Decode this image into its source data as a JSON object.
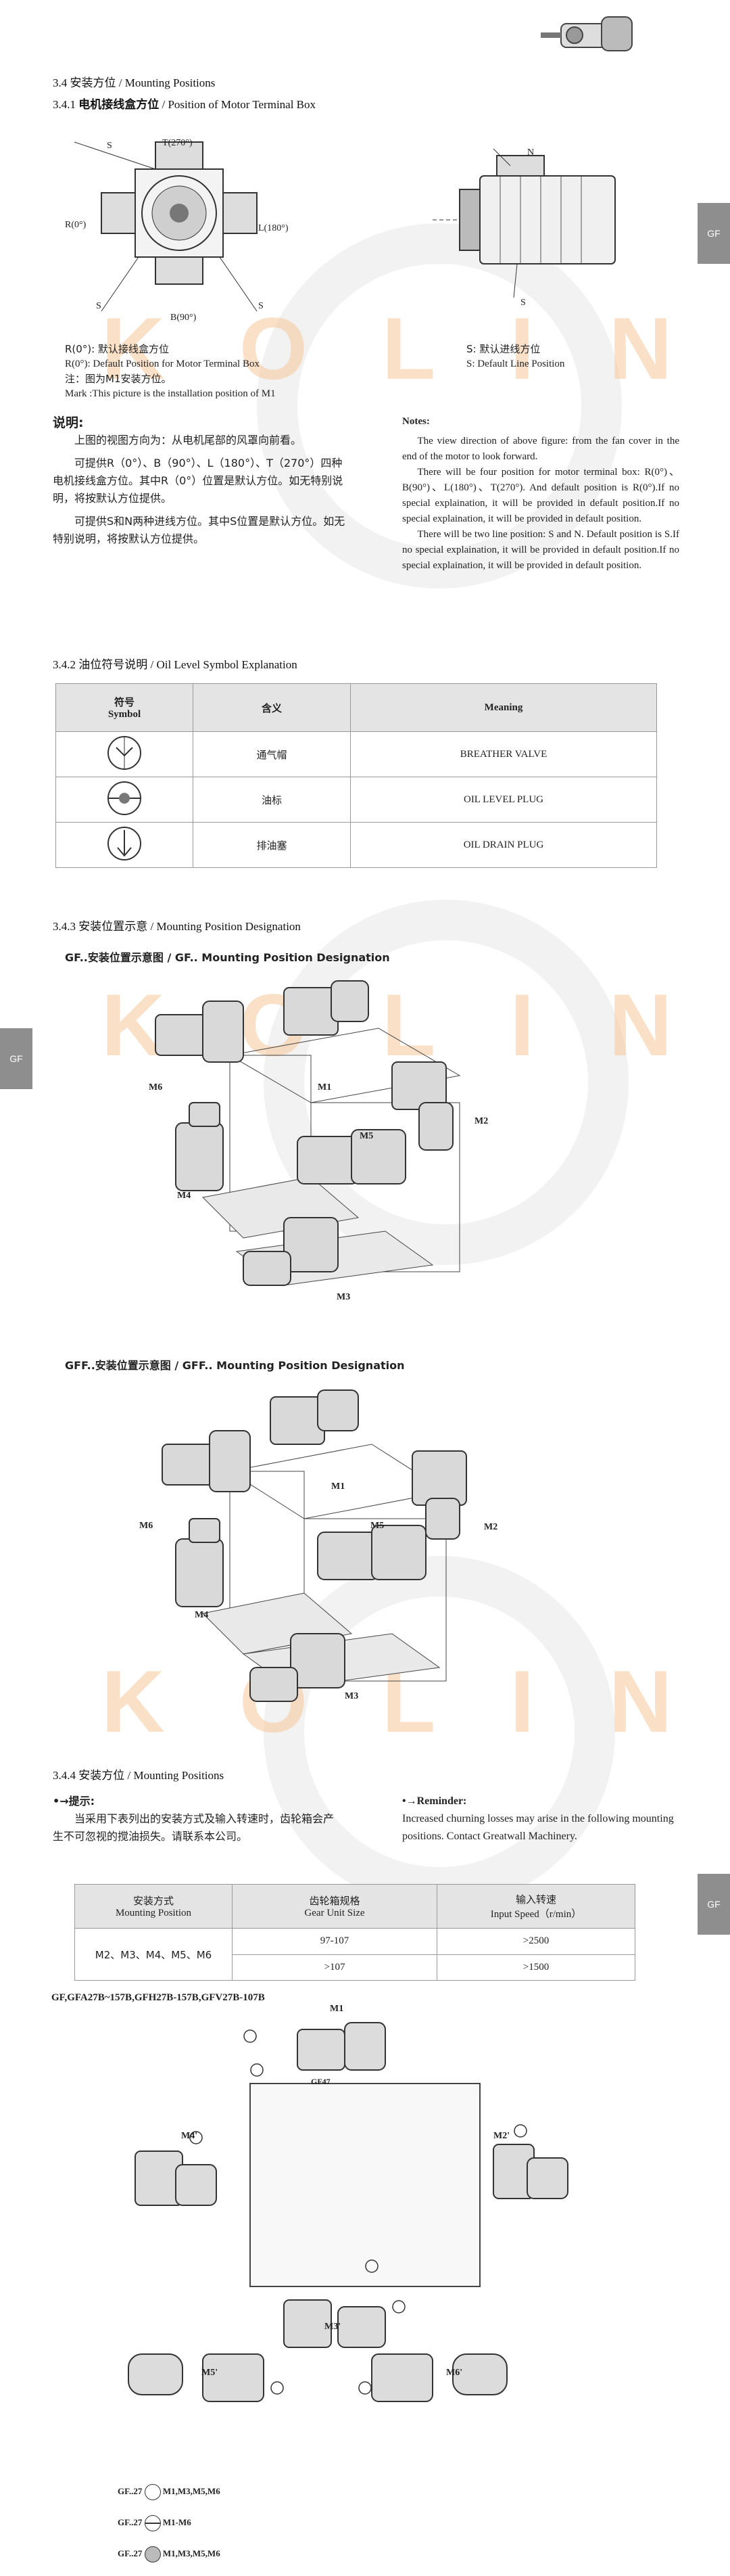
{
  "side_tab": "GF",
  "sec_3_4": {
    "num": "3.4",
    "cn": "安装方位",
    "en": "/ Mounting Positions"
  },
  "sec_3_4_1": {
    "num": "3.4.1",
    "cn": "电机接线盒方位",
    "en": "/ Position of Motor Terminal Box"
  },
  "terminal_fig": {
    "labels": {
      "t": "T(270°)",
      "r": "R(0°)",
      "l": "L(180°)",
      "b": "B(90°)",
      "s1": "S",
      "s2": "S",
      "s3": "S",
      "n": "N",
      "s4": "S"
    },
    "legend_left": [
      "R(0°): 默认接线盒方位",
      "R(0°): Default Position for Motor Terminal Box",
      "注：图为M1安装方位。",
      "Mark :This picture is the installation position of M1"
    ],
    "legend_right": [
      "S: 默认进线方位",
      "S: Default Line Position"
    ]
  },
  "notes_cn": {
    "title": "说明:",
    "p1": "上图的视图方向为：从电机尾部的风罩向前看。",
    "p2": "可提供R（0°）、B（90°）、L（180°）、T（270°）四种电机接线盒方位。其中R（0°）位置是默认方位。如无特别说明，将按默认方位提供。",
    "p3": "可提供S和N两种进线方位。其中S位置是默认方位。如无特别说明，将按默认方位提供。"
  },
  "notes_en": {
    "title": "Notes:",
    "p1": "The view direction of above figure: from the fan cover in the end of the motor to look forward.",
    "p2": "There will be four position for motor terminal box: R(0°)、B(90°)、L(180°)、T(270°). And default position is R(0°).If no special explaination, it will be provided in default position.If no special explaination, it will be provided in default position.",
    "p3": "There will be two line position: S and N. Default position is S.If no special explaination, it will be provided in default position.If no special explaination, it will be provided in default position."
  },
  "sec_3_4_2": {
    "num": "3.4.2",
    "cn": "油位符号说明",
    "en": "/ Oil Level Symbol Explanation"
  },
  "symbol_table": {
    "headers": [
      "符号",
      "Symbol",
      "含义",
      "Meaning"
    ],
    "rows": [
      {
        "cn": "通气帽",
        "en": "BREATHER VALVE",
        "icon": "breather-valve-symbol"
      },
      {
        "cn": "油标",
        "en": "OIL LEVEL PLUG",
        "icon": "oil-level-plug-symbol"
      },
      {
        "cn": "排油塞",
        "en": "OIL DRAIN PLUG",
        "icon": "oil-drain-plug-symbol"
      }
    ]
  },
  "sec_3_4_3": {
    "num": "3.4.3",
    "cn": "安装位置示意",
    "en": "/ Mounting Position Designation"
  },
  "fig_gf": {
    "caption": "GF..安装位置示意图 / GF.. Mounting Position Designation",
    "labels": [
      "M6",
      "M1",
      "M2",
      "M4",
      "M5",
      "M3"
    ]
  },
  "fig_gff": {
    "caption": "GFF..安装位置示意图 / GFF.. Mounting Position Designation",
    "labels": [
      "M6",
      "M1",
      "M2",
      "M4",
      "M5",
      "M3"
    ]
  },
  "sec_3_4_4": {
    "num": "3.4.4",
    "cn": "安装方位",
    "en": "/ Mounting Positions"
  },
  "tip_cn": {
    "title": "提示:",
    "p": "当采用下表列出的安装方式及输入转速时，齿轮箱会产生不可忽视的搅油损失。请联系本公司。"
  },
  "tip_en": {
    "title": "Reminder:",
    "p": "Increased churning losses may arise in the following mounting positions. Contact Greatwall Machinery."
  },
  "speed_table": {
    "headers": [
      [
        "安装方式",
        "Mounting Position"
      ],
      [
        "齿轮箱规格",
        "Gear Unit Size"
      ],
      [
        "输入转速",
        "Input Speed（r/min）"
      ]
    ],
    "mounting": "M2、M3、M4、M5、M6",
    "rows": [
      [
        "97-107",
        ">2500"
      ],
      [
        ">107",
        ">1500"
      ]
    ]
  },
  "fig_27": {
    "caption": "GF,GFA27B~157B,GFH27B-157B,GFV27B-107B",
    "labels": {
      "m1": "M1",
      "m2": "M2'",
      "m3": "M3'",
      "m4": "M4'",
      "m5": "M5'",
      "m6": "M6'",
      "gf47": "GF47"
    }
  },
  "legend_27": [
    {
      "prefix": "GF..27",
      "positions": "M1,M3,M5,M6"
    },
    {
      "prefix": "GF..27",
      "positions": "M1-M6"
    },
    {
      "prefix": "GF..27",
      "positions": "M1,M3,M5,M6"
    }
  ]
}
